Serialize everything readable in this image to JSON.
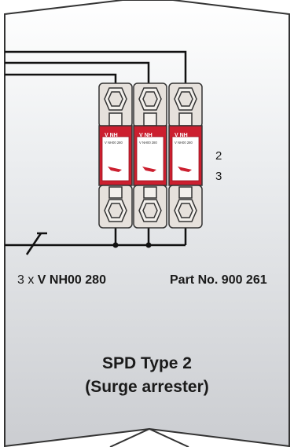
{
  "colors": {
    "panel": "#d9dadd",
    "frame": "#333333",
    "red": "#cc1f2f",
    "holder": "#e6e1dc",
    "wire": "#111111"
  },
  "modules": [
    {
      "top_label": "V NH",
      "sub_label": "V NH00 280"
    },
    {
      "top_label": "V NH",
      "sub_label": "V NH00 280"
    },
    {
      "top_label": "V NH",
      "sub_label": "V NH00 280"
    }
  ],
  "terminal_labels": {
    "t2": "2",
    "t3": "3"
  },
  "caption": {
    "quantity_prefix": "3 x ",
    "product": "V NH00 280",
    "part_no": "Part No. 900 261"
  },
  "title": {
    "line1": "SPD Type 2",
    "line2": "(Surge arrester)"
  }
}
